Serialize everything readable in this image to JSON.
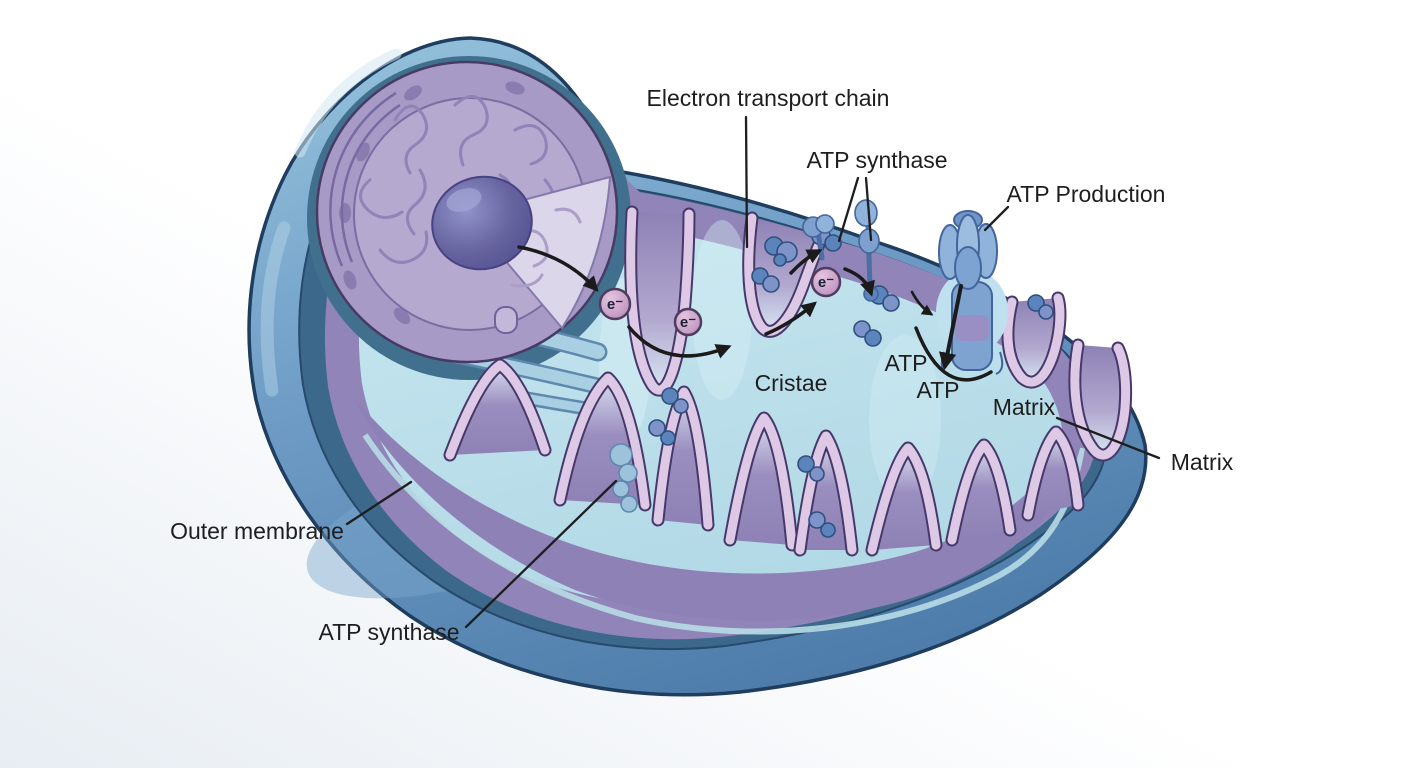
{
  "labels": [
    {
      "id": "electron-transport-chain",
      "text": "Electron transport chain"
    },
    {
      "id": "atp-synthase-top",
      "text": "ATP synthase"
    },
    {
      "id": "atp-production",
      "text": "ATP Production"
    },
    {
      "id": "cristae",
      "text": "Cristae"
    },
    {
      "id": "atp-1",
      "text": "ATP"
    },
    {
      "id": "atp-2",
      "text": "ATP"
    },
    {
      "id": "matrix-inner",
      "text": "Matrix"
    },
    {
      "id": "matrix-outer",
      "text": "Matrix"
    },
    {
      "id": "outer-membrane",
      "text": "Outer membrane"
    },
    {
      "id": "atp-synthase-bottom",
      "text": "ATP synthase"
    }
  ],
  "electrons": [
    {
      "symbol": "e⁻"
    },
    {
      "symbol": "e⁻"
    },
    {
      "symbol": "e⁻"
    }
  ],
  "colors": {
    "outer_membrane": "#6394bf",
    "outer_membrane_light": "#a5cbdc",
    "membrane_edge": "#1f3d5e",
    "intermembrane_dark": "#3c688c",
    "matrix_fill": "#c7e5ef",
    "cristae_purple": "#8e81b5",
    "cristae_pink_edge": "#ddc8e5",
    "cristae_dark_edge": "#46396a",
    "protein_blue": "#5b84bd",
    "synthase_blue": "#8fb3da",
    "electron_fill": "#c9a2c9",
    "dna_strand": "#9183b8",
    "granule": "#5a57a0",
    "disc_ring": "#a89ac6",
    "disc_inner": "#b5a9d0",
    "wedge": "#dcd6ea",
    "arrow": "#1b1b1b",
    "label_text": "#1e1e1e"
  }
}
